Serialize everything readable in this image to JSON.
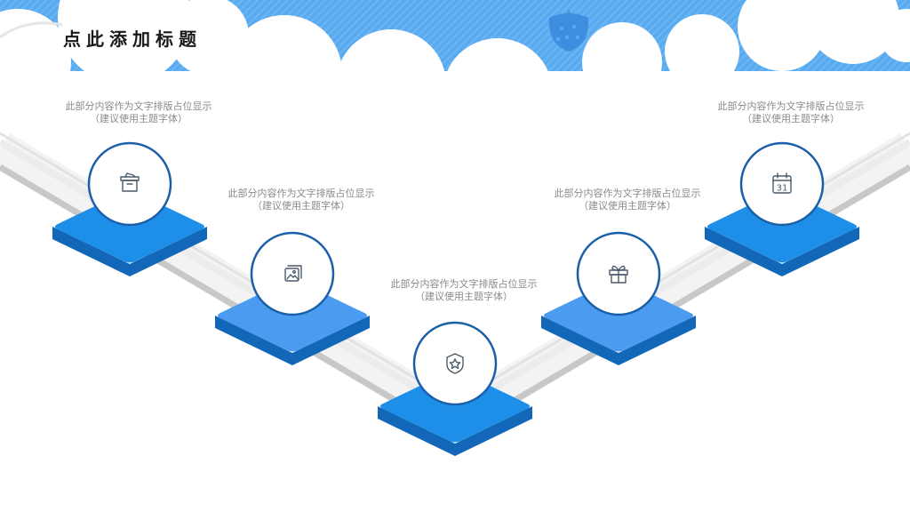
{
  "title": "点此添加标题",
  "colors": {
    "sky": "#5aaaf0",
    "tile_top": "#1e8fe8",
    "tile_top_light": "#4b9cf0",
    "tile_side": "#1267b8",
    "circle_border": "#1a5fa8",
    "icon": "#4a5a6a"
  },
  "steps": [
    {
      "icon": "archive-box-icon",
      "line1": "此部分内容作为文字排版占位显示",
      "line2": "（建议使用主题字体）"
    },
    {
      "icon": "image-gallery-icon",
      "line1": "此部分内容作为文字排版占位显示",
      "line2": "（建议使用主题字体）"
    },
    {
      "icon": "shield-star-icon",
      "line1": "此部分内容作为文字排版占位显示",
      "line2": "（建议使用主题字体）"
    },
    {
      "icon": "gift-icon",
      "line1": "此部分内容作为文字排版占位显示",
      "line2": "（建议使用主题字体）"
    },
    {
      "icon": "calendar-icon",
      "line1": "此部分内容作为文字排版占位显示",
      "line2": "（建议使用主题字体）",
      "calendar_day": "31"
    }
  ]
}
